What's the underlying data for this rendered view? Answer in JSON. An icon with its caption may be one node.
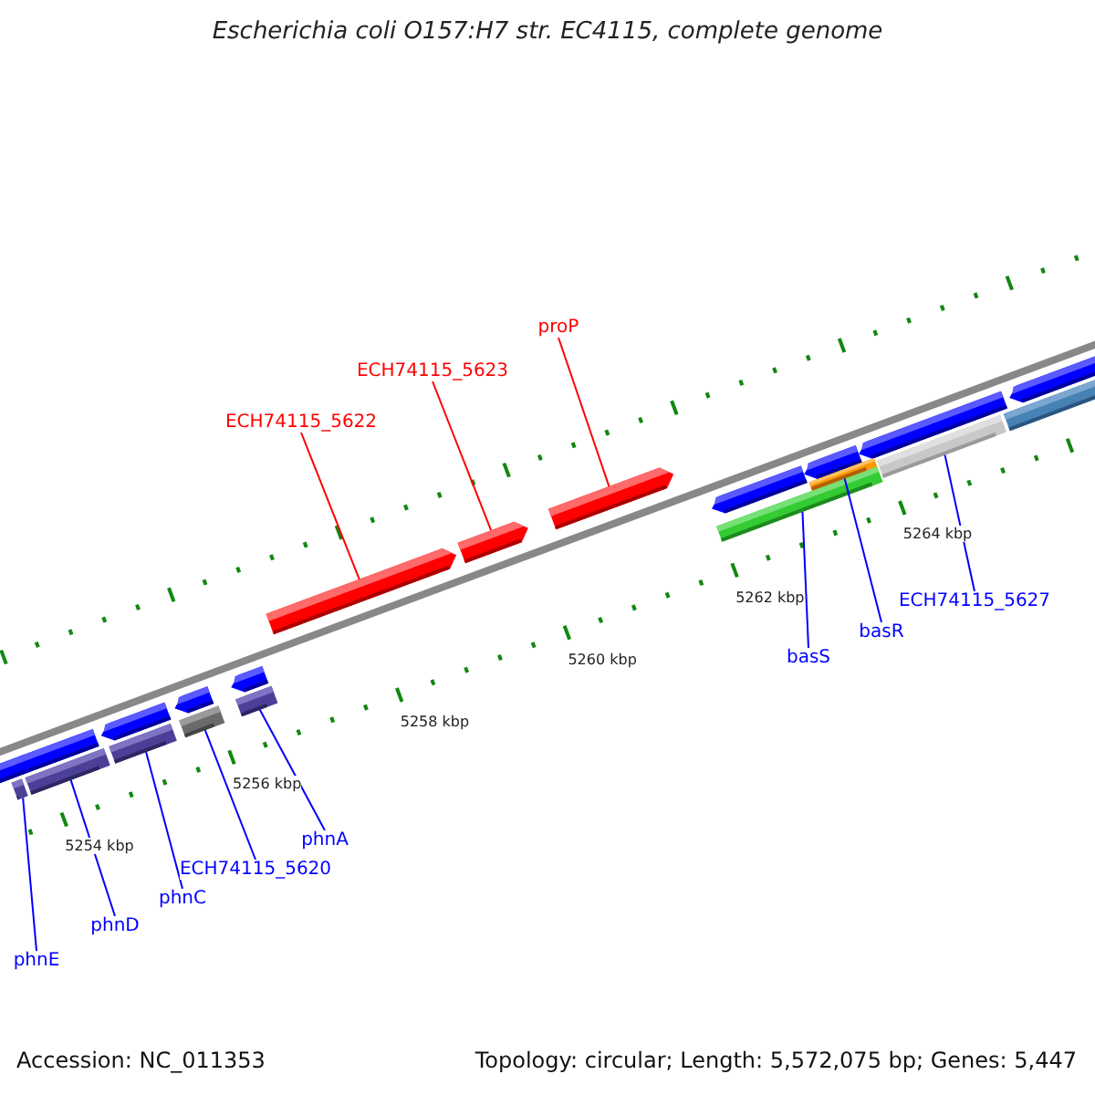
{
  "diagram": {
    "title": "Escherichia coli O157:H7 str. EC4115, complete genome",
    "nodes": [
      {
        "text": [
          "proP"
        ]
      },
      {
        "text": [
          "ECH74115_5623"
        ]
      },
      {
        "text": [
          "ECH74115_5622"
        ]
      },
      {
        "text": [
          "ECH74115_5627"
        ]
      },
      {
        "text": [
          "basR"
        ]
      },
      {
        "text": [
          "basS"
        ]
      },
      {
        "text": [
          "phnA"
        ]
      },
      {
        "text": [
          "ECH74115_5620"
        ]
      },
      {
        "text": [
          "phnC"
        ]
      },
      {
        "text": [
          "phnD"
        ]
      },
      {
        "text": [
          "phnE"
        ]
      },
      {
        "text": [],
        "shape": "bar"
      },
      {
        "text": [],
        "shape": "bar"
      },
      {
        "text": [],
        "shape": "bar"
      },
      {
        "text": [],
        "shape": "bar"
      },
      {
        "text": [],
        "shape": "bar"
      },
      {
        "text": [],
        "shape": "bar"
      },
      {
        "text": [],
        "shape": "bar"
      },
      {
        "text": [],
        "shape": "bar"
      },
      {
        "text": [],
        "shape": "bar"
      },
      {
        "text": [],
        "shape": "bar"
      },
      {
        "text": [],
        "shape": "bar"
      }
    ],
    "edges": [
      {
        "from": 0,
        "to": 18,
        "arrow": "none",
        "color": "#ff0000"
      },
      {
        "from": 1,
        "to": 17,
        "arrow": "none",
        "color": "#ff0000"
      },
      {
        "from": 2,
        "to": 16,
        "arrow": "none",
        "color": "#ff0000"
      },
      {
        "from": 3,
        "to": 21,
        "arrow": "none"
      },
      {
        "from": 4,
        "to": 20,
        "arrow": "none"
      },
      {
        "from": 5,
        "to": 19,
        "arrow": "none"
      },
      {
        "from": 6,
        "to": 15,
        "arrow": "none"
      },
      {
        "from": 7,
        "to": 14,
        "arrow": "none"
      },
      {
        "from": 8,
        "to": 13,
        "arrow": "none"
      },
      {
        "from": 9,
        "to": 12,
        "arrow": "none"
      },
      {
        "from": 10,
        "to": 11,
        "arrow": "none"
      }
    ],
    "labels": [
      "5264 kbp",
      "5262 kbp",
      "5260 kbp",
      "5258 kbp",
      "5256 kbp",
      "5254 kbp",
      "Accession: NC_011353",
      "Topology: circular; Length: 5,572,075 bp; Genes: 5,447"
    ]
  }
}
